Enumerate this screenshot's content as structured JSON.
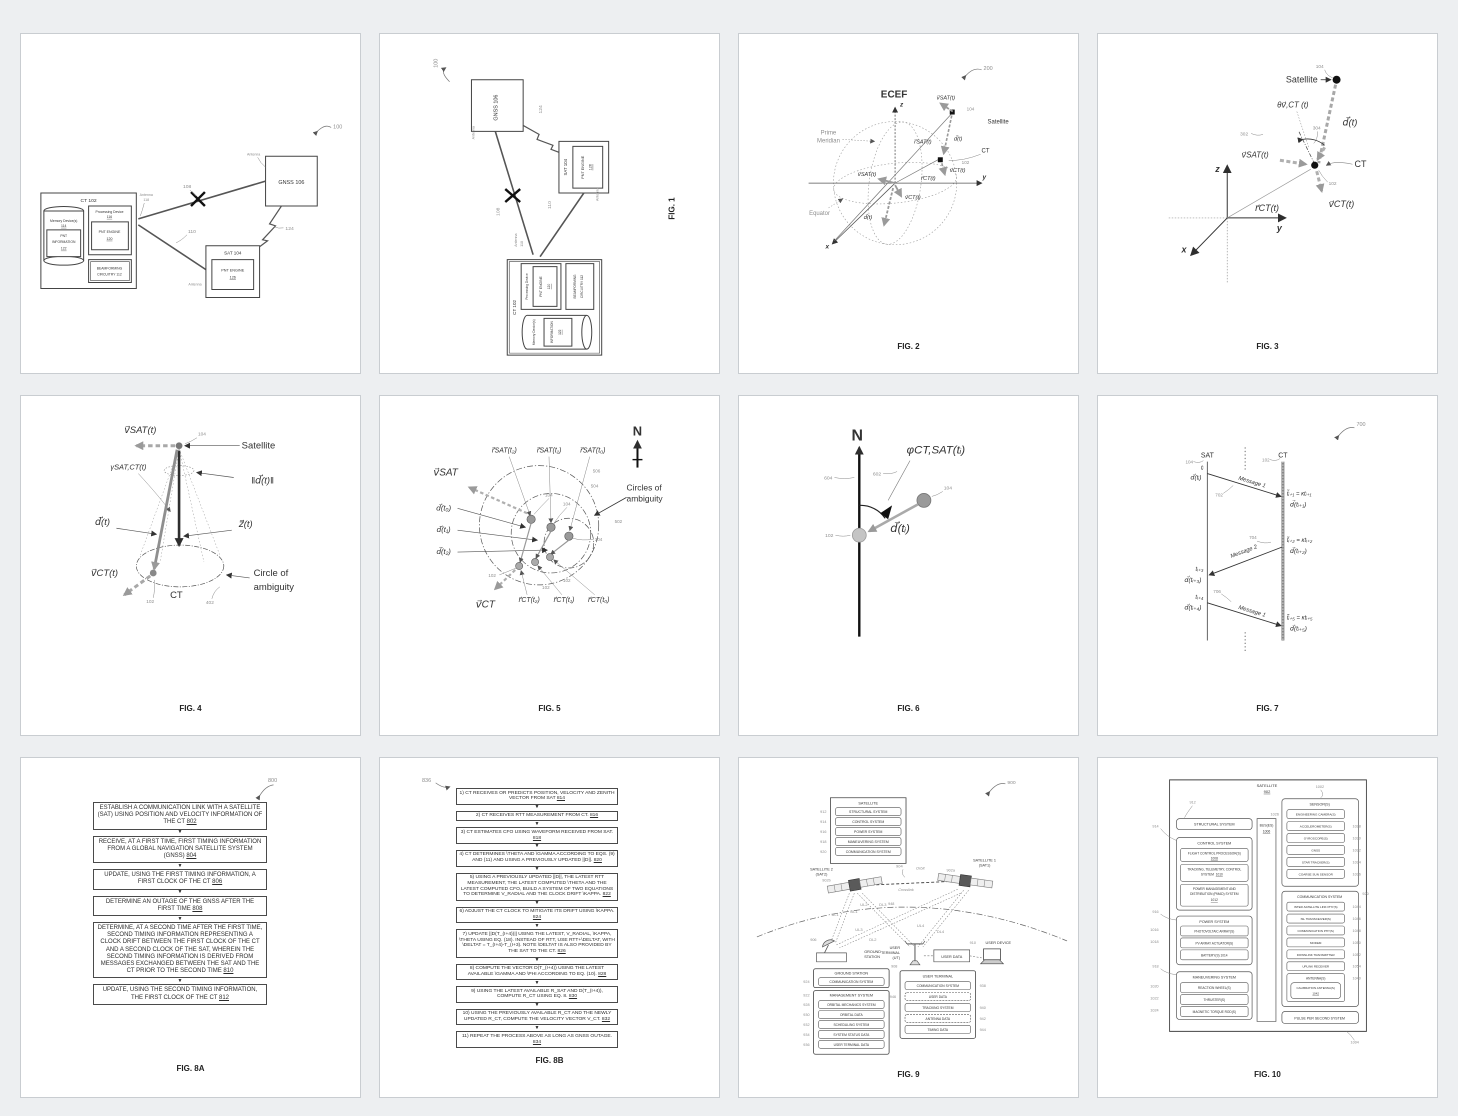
{
  "page": {
    "background_color": "#edeff1",
    "panel_border_color": "#c9cdd1"
  },
  "fig1": {
    "ref": "100",
    "caption": "FIG. 1",
    "ct_title": "CT 102",
    "memory_1": "Memory Device(s)",
    "memory_2": "114",
    "pnt_info_1": "PNT",
    "pnt_info_2": "INFORMATION",
    "pnt_info_3": "122",
    "proc_1": "Processing Device",
    "proc_2": "116",
    "engine_1": "PNT ENGINE",
    "engine_2": "120",
    "beam_1": "BEAMFORMING",
    "beam_2": "CIRCUITRY 112",
    "antenna_ct_1": "Antenna",
    "antenna_ct_2": "118",
    "link_crossed_ref": "108",
    "link_ref": "110",
    "gnss": "GNSS 106",
    "antenna_gnss": "Antenna",
    "sat_title": "SAT 104",
    "sat_engine_1": "PNT ENGINE",
    "sat_engine_2": "126",
    "antenna_sat": "Antenna",
    "sidelink_ref": "124"
  },
  "fig2": {
    "ref": "200",
    "caption": "FIG. 2",
    "title": "ECEF",
    "z": "z",
    "y": "y",
    "x": "x",
    "prime_1": "Prime",
    "prime_2": "Meridian",
    "equator": "Equator",
    "satellite": "Satellite",
    "sat_ref": "104",
    "ct": "CT",
    "ct_ref": "102",
    "v_sat": "v⃗SAT(t)",
    "r_sat": "r⃗SAT(t)",
    "d": "d⃗(t)",
    "r_ct": "r⃗CT(t)",
    "v_ct": "v⃗CT(t)",
    "v_sat_origin": "v⃗SAT(t)",
    "v_ct_origin": "v⃗CT(t)",
    "d_origin": "d⃗(t)"
  },
  "fig3": {
    "ref": "302",
    "caption": "FIG. 3",
    "satellite": "Satellite",
    "sat_ref": "104",
    "theta": "θv⃗,CT (t)",
    "d": "d⃗(t)",
    "angle_ref": "304",
    "v_sat": "v⃗SAT(t)",
    "ct": "CT",
    "ct_ref": "102",
    "v_ct": "v⃗CT(t)",
    "r_ct": "r⃗CT(t)",
    "z": "z",
    "y": "y",
    "x": "x"
  },
  "fig4": {
    "caption": "FIG. 4",
    "v_sat": "v⃗SAT(t)",
    "sat_ref": "104",
    "satellite": "Satellite",
    "gamma": "γSAT,CT(t)",
    "d_norm": "‖d⃗(t)‖",
    "d": "d⃗(t)",
    "z_vec": "z⃗(t)",
    "v_ct": "v⃗CT(t)",
    "ct": "CT",
    "ct_ref": "102",
    "circle_1": "Circle of",
    "circle_2": "ambiguity",
    "circle_ref": "402"
  },
  "fig5": {
    "caption": "FIG. 5",
    "north": "N",
    "v_sat": "v⃗SAT",
    "v_ct": "v⃗CT",
    "r_sat_t2": "r⃗SAT(t₂)",
    "r_sat_t1": "r⃗SAT(t₁)",
    "r_sat_t0": "r⃗SAT(t₀)",
    "c506": "506",
    "c504": "504",
    "c502": "502",
    "circles_1": "Circles of",
    "circles_2": "ambiguity",
    "sat_ref_a": "104",
    "sat_ref_b": "104",
    "sat_ref_c": "104",
    "ct_ref_a": "102",
    "ct_ref_b": "102",
    "ct_ref_c": "102",
    "d_t0": "d⃗(t₀)",
    "d_t1": "d⃗(t₁)",
    "d_t2": "d⃗(t₂)",
    "r_ct_t2": "r⃗CT(t₂)",
    "r_ct_t1": "r⃗CT(t₁)",
    "r_ct_t0": "r⃗CT(t₀)"
  },
  "fig6": {
    "caption": "FIG. 6",
    "north": "N",
    "north_ref": "604",
    "phi": "φCT,SAT(tᵢ)",
    "phi_ref": "602",
    "sat_ref": "104",
    "ct_ref": "102",
    "d": "d⃗(tᵢ)"
  },
  "fig7": {
    "ref": "700",
    "caption": "FIG. 7",
    "sat": "SAT",
    "sat_ref": "104",
    "ct": "CT",
    "ct_ref": "102",
    "t_i": "tᵢ",
    "d_i": "d⃗(tᵢ)",
    "msg1": "Message 1",
    "msg1_ref": "702",
    "t_i1": "t̃ᵢ₊₁ = κtᵢ₊₁",
    "d_i1": "d⃗(tᵢ₊₁)",
    "t_i2": "t̃ᵢ₊₂ = κtᵢ₊₂",
    "d_i2": "d⃗(tᵢ₊₂)",
    "msg2": "Message 2",
    "msg2_ref": "704",
    "t_i3": "tᵢ₊₃",
    "d_i3": "d⃗(tᵢ₊₃)",
    "msg3_ref": "706",
    "t_i4": "tᵢ₊₄",
    "d_i4": "d⃗(tᵢ₊₄)",
    "msg3": "Message 1",
    "t_i5": "t̃ᵢ₊₅ = κtᵢ₊₅",
    "d_i5": "d⃗(tᵢ₊₅)"
  },
  "fig8a": {
    "ref": "800",
    "caption": "FIG. 8A",
    "steps": [
      {
        "text": "ESTABLISH A COMMUNICATION LINK WITH A SATELLITE (SAT) USING POSITION AND VELOCITY INFORMATION OF THE CT",
        "ref": "802"
      },
      {
        "text": "RECEIVE, AT A FIRST TIME, FIRST TIMING INFORMATION FROM A GLOBAL NAVIGATION SATELLITE SYSTEM (GNSS)",
        "ref": "804"
      },
      {
        "text": "UPDATE, USING THE FIRST TIMING INFORMATION, A FIRST CLOCK OF THE CT",
        "ref": "806"
      },
      {
        "text": "DETERMINE AN OUTAGE OF THE GNSS AFTER THE FIRST TIME",
        "ref": "808"
      },
      {
        "text": "DETERMINE, AT A SECOND TIME AFTER THE FIRST TIME, SECOND TIMING INFORMATION REPRESENTING A CLOCK DRIFT BETWEEN THE FIRST CLOCK OF THE CT AND A SECOND CLOCK OF THE SAT, WHEREIN THE SECOND TIMING INFORMATION IS DERIVED FROM MESSAGES EXCHANGED BETWEEN THE SAT AND THE CT PRIOR TO THE SECOND TIME",
        "ref": "810"
      },
      {
        "text": "UPDATE, USING THE SECOND TIMING INFORMATION, THE FIRST CLOCK OF THE CT",
        "ref": "812"
      }
    ]
  },
  "fig8b": {
    "ref": "836",
    "caption": "FIG. 8B",
    "steps": [
      {
        "text": "1) CT RECEIVES OR PREDICTS POSITION, VELOCITY AND ZENITH VECTOR FROM SAT",
        "ref": "814"
      },
      {
        "text": "2) CT RECEIVES RTT MEASUREMENT FROM CT.",
        "ref": "816"
      },
      {
        "text": "3) CT ESTIMATES CFO USING WAVEFORM RECEIVED FROM SAT.",
        "ref": "818"
      },
      {
        "text": "4) CT DETERMINES \\THETA AND \\GAMMA ACCORDING TO EQS. (9) AND (11) AND USING A PREVIOUSLY UPDATED ||D||.",
        "ref": "820"
      },
      {
        "text": "5) USING A PREVIOUSLY UPDATED ||D||, THE LATEST RTT MEASUREMENT, THE LATEST COMPUTED \\THETA AND THE LATEST COMPUTED CFO, BUILD A SYSTEM OF TWO EQUATIONS TO DETERMINE V_RADIAL AND THE CLOCK DRIFT \\KAPPA.",
        "ref": "822"
      },
      {
        "text": "6) ADJUST THE CT CLOCK TO MITIGATE ITS DRIFT USING \\KAPPA.",
        "ref": "824"
      },
      {
        "text": "7) UPDATE ||D(T_(I+4))|| USING THE LATEST, V_RADIAL, \\KAPPA, \\THETA USING EQ. (18). INSTEAD OF RTT, USE RTT+\\DELTAT, WITH \\DELTAT = T_(I+4)-T_(I+3). NOTE \\DELTAT IS ALSO PROVIDED BY THE SAT TO THE CT.",
        "ref": "826"
      },
      {
        "text": "8) COMPUTE THE VECTOR D(T_(I+4)) USING THE LATEST AVAILABLE \\GAMMA AND \\PHI ACCORDING TO EQ. (10).",
        "ref": "828"
      },
      {
        "text": "9) USING THE LATEST AVAILABLE R_SAT AND D(T_(I+4)), COMPUTE R_CT USING EQ. 8.",
        "ref": "830"
      },
      {
        "text": "10) USING THE PREVIOUSLY AVAILABLE R_CT AND THE NEWLY UPDATED R_CT, COMPUTE THE VELOCITY VECTOR V_CT.",
        "ref": "832"
      },
      {
        "text": "11) REPEAT THE PROCESS ABOVE AS LONG AS GNSS OUTAGE.",
        "ref": "834"
      }
    ]
  },
  "fig9": {
    "ref": "900",
    "caption": "FIG. 9",
    "legend": {
      "title": "SATELLITE",
      "rows": [
        {
          "label": "STRUCTURAL SYSTEM",
          "ref": "912"
        },
        {
          "label": "CONTROL SYSTEM",
          "ref": "914"
        },
        {
          "label": "POWER SYSTEM",
          "ref": "916"
        },
        {
          "label": "MANEUVERING SYSTEM",
          "ref": "918"
        },
        {
          "label": "COMMUNICATION SYSTEM",
          "ref": "920"
        }
      ]
    },
    "sat2_1": "SATELLITE 2",
    "sat2_2": "(SAT2)",
    "sat2_ref": "902b",
    "sat1_1": "SATELLITE 1",
    "sat1_2": "(SAT1)",
    "sat1_ref": "902a",
    "orbit_ref": "904",
    "orbit_label": "Orbit",
    "crosslink": "Crosslink",
    "crosslink_ref": "948",
    "links": {
      "ul1": "UL1",
      "dl1": "DL1",
      "ul2": "UL2",
      "dl2": "DL2",
      "ul3": "UL3",
      "dl3": "DL3",
      "ul4": "UL4",
      "dl4": "DL4"
    },
    "gs_label_1": "GROUND",
    "gs_label_2": "STATION",
    "gs_ref": "906",
    "ut_label_1": "USER",
    "ut_label_2": "TERMINAL",
    "ut_label_3": "(UT)",
    "ut_ref": "908",
    "user_data_box": "USER DATA",
    "device_label": "USER DEVICE",
    "device_ref": "910",
    "gs_box": {
      "title": "GROUND STATION",
      "rows": [
        {
          "label": "COMMUNICATION SYSTEM",
          "ref": "924"
        }
      ]
    },
    "mgmt_box": {
      "title": "MANAGEMENT SYSTEM",
      "ref": "922",
      "rows": [
        {
          "label": "ORBITAL MECHANICS SYSTEM",
          "ref": "928"
        },
        {
          "label": "ORBITAL DATA",
          "ref": "930"
        },
        {
          "label": "SCHEDULING SYSTEM",
          "ref": "932"
        },
        {
          "label": "SYSTEM STATUS DATA",
          "ref": "934"
        },
        {
          "label": "USER TERMINAL DATA",
          "ref": "936"
        }
      ]
    },
    "ut_box": {
      "title": "USER TERMINAL",
      "rows": [
        {
          "label": "COMMUNICATION SYSTEM",
          "ref": "938"
        },
        {
          "label": "USER DATA",
          "ref": "946"
        },
        {
          "label": "TRACKING SYSTEM",
          "ref": "940"
        },
        {
          "label": "ANTENNA DATA",
          "ref": "942"
        },
        {
          "label": "TIMING DATA",
          "ref": "944"
        }
      ]
    }
  },
  "fig10": {
    "caption": "FIG. 10",
    "title_1": "SATELLITE",
    "title_2": "902",
    "sensors_ref_top": "1002",
    "structural": {
      "label": "STRUCTURAL SYSTEM",
      "ref": "912"
    },
    "control": {
      "title": "CONTROL SYSTEM",
      "ref": "914",
      "rows": [
        {
          "l1": "FLIGHT CONTROL PROCESSOR(S)",
          "l2": "",
          "ref": "1008"
        },
        {
          "l1": "TRACKING, TELEMETRY, CONTROL",
          "l2": "SYSTEM",
          "ref": "1010"
        },
        {
          "l1": "POWER MANAGEMENT AND",
          "l2": "DISTRIBUTION (PMAD) SYSTEM",
          "ref": "1012"
        }
      ]
    },
    "power": {
      "title": "POWER SYSTEM",
      "ref": "916",
      "rows": [
        {
          "label": "PHOTOVOLTAIC ARRAY(S)",
          "ref": "1016"
        },
        {
          "label": "PV ARRAY ACTUATOR(S)",
          "ref": "1018"
        },
        {
          "label": "BATTERY(S) 1014",
          "ref": ""
        }
      ]
    },
    "maneuver": {
      "title": "MANEUVERING SYSTEM",
      "ref": "918",
      "rows": [
        {
          "label": "REACTION WHEEL(S)",
          "ref": "1020"
        },
        {
          "label": "THRUSTER(S)",
          "ref": "1022"
        },
        {
          "label": "MAGNETIC TORQUE ROD(S)",
          "ref": "1024"
        }
      ]
    },
    "bus_1": "BUS(ES)",
    "bus_2": "1006",
    "sensors": {
      "title": "SENSOR(S)",
      "rows": [
        {
          "label": "ENGINEERING CAMERA(S)",
          "ref": "1026"
        },
        {
          "label": "ACCELEROMETER(S)",
          "ref": "1028"
        },
        {
          "label": "GYROSCOPE(S)",
          "ref": "1030"
        },
        {
          "label": "GNSS",
          "ref": "1032"
        },
        {
          "label": "STAR TRACKER(S)",
          "ref": "1034"
        },
        {
          "label": "COARSE SUN SENSOR",
          "ref": "1036"
        }
      ]
    },
    "comm": {
      "title": "COMMUNICATION SYSTEM",
      "ref": "920",
      "rows": [
        {
          "label": "INTER-SATELLITE LINK PHY(S)",
          "ref": "1044"
        },
        {
          "label": "ISL TRANSCEIVER(S)",
          "ref": "1046"
        },
        {
          "label": "COMMUNICATION PHY(S)",
          "ref": "1048"
        },
        {
          "label": "MODEM",
          "ref": "1050"
        },
        {
          "label": "DOWNLINK TRANSMITTER",
          "ref": "1052"
        },
        {
          "label": "UPLINK RECEIVER",
          "ref": "1054"
        }
      ],
      "antenna_title": "ANTENNA(S)",
      "antenna_ref": "1040",
      "antenna_inner": "CALIBRATION ANTENNA(S)",
      "antenna_inner_ref": "1042"
    },
    "pps": "PULSE PER SECOND SYSTEM",
    "bottom_ref": "1004"
  }
}
